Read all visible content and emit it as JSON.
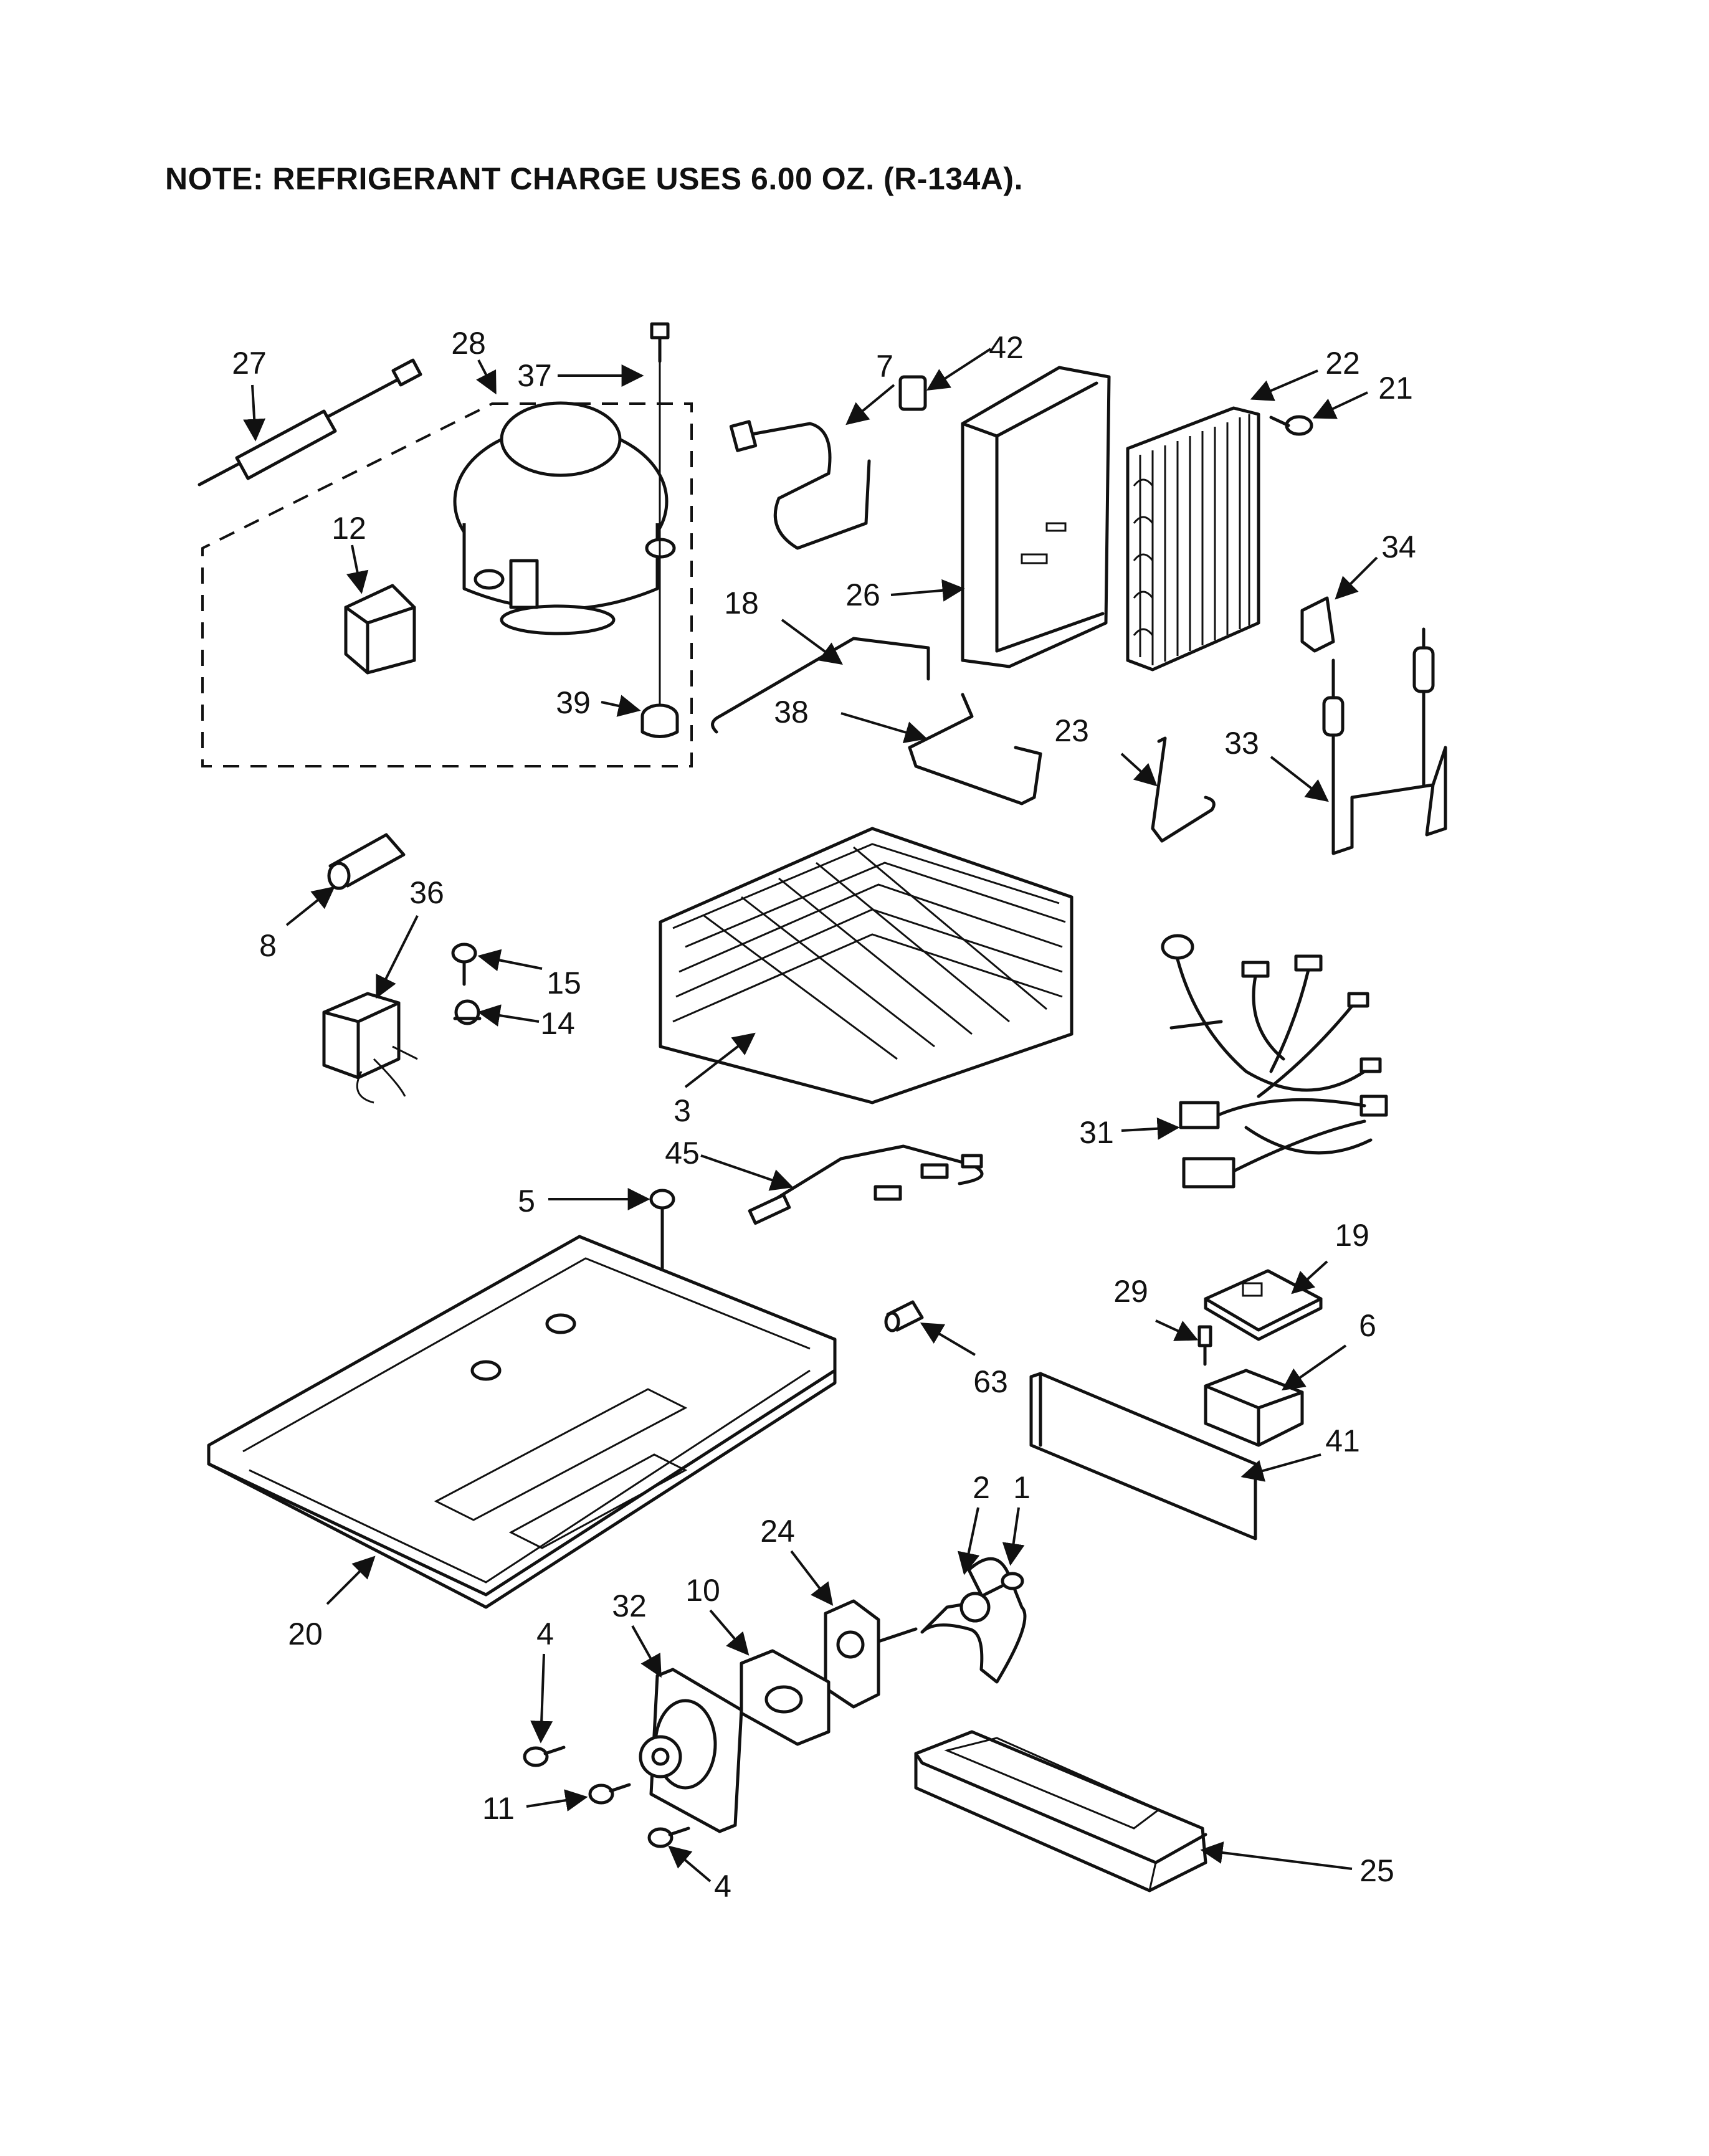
{
  "note": "NOTE: REFRIGERANT CHARGE USES 6.00 OZ. (R-134A).",
  "callouts": {
    "c27": "27",
    "c28": "28",
    "c37": "37",
    "c7": "7",
    "c42": "42",
    "c22": "22",
    "c21": "21",
    "c12": "12",
    "c34": "34",
    "c18": "18",
    "c26": "26",
    "c39": "39",
    "c38": "38",
    "c23": "23",
    "c33": "33",
    "c36": "36",
    "c8": "8",
    "c15": "15",
    "c14": "14",
    "c3": "3",
    "c31": "31",
    "c45": "45",
    "c5": "5",
    "c19": "19",
    "c29": "29",
    "c6": "6",
    "c63": "63",
    "c41": "41",
    "c2": "2",
    "c1": "1",
    "c24": "24",
    "c10": "10",
    "c20": "20",
    "c4a": "4",
    "c32": "32",
    "c11": "11",
    "c4b": "4",
    "c25": "25"
  }
}
